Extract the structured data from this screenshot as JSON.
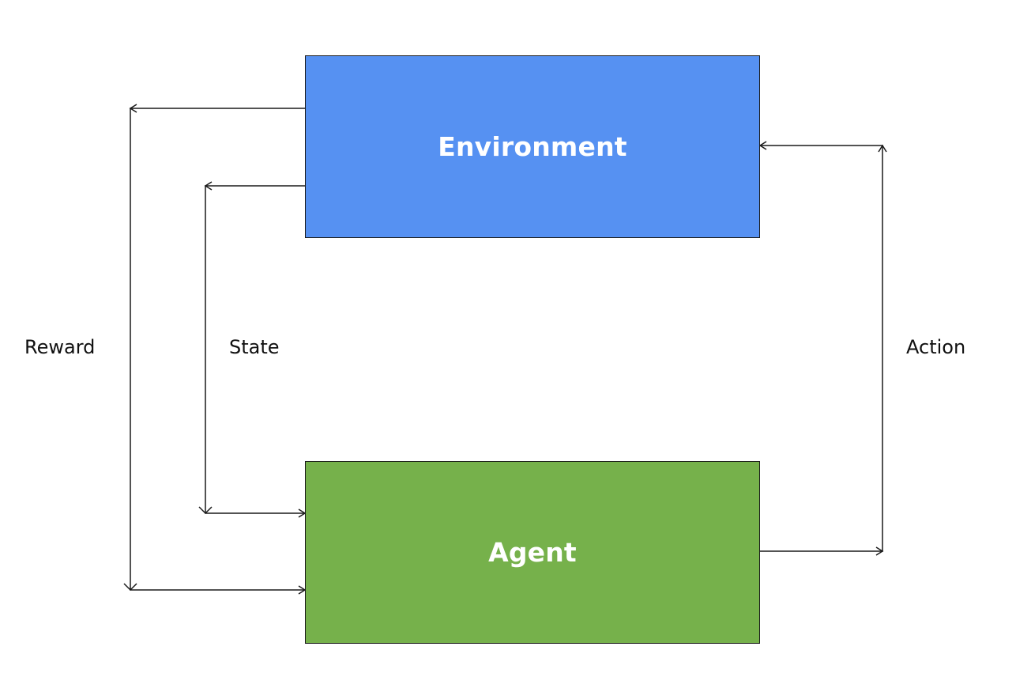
{
  "nodes": {
    "environment": {
      "label": "Environment",
      "color": "#5691f2"
    },
    "agent": {
      "label": "Agent",
      "color": "#76b14b"
    }
  },
  "edges": {
    "reward": {
      "label": "Reward",
      "from": "Environment",
      "to": "Agent"
    },
    "state": {
      "label": "State",
      "from": "Environment",
      "to": "Agent"
    },
    "action": {
      "label": "Action",
      "from": "Agent",
      "to": "Environment"
    }
  },
  "colors": {
    "line": "#1a1a1a",
    "text": "#111111",
    "node_text": "#ffffff"
  }
}
